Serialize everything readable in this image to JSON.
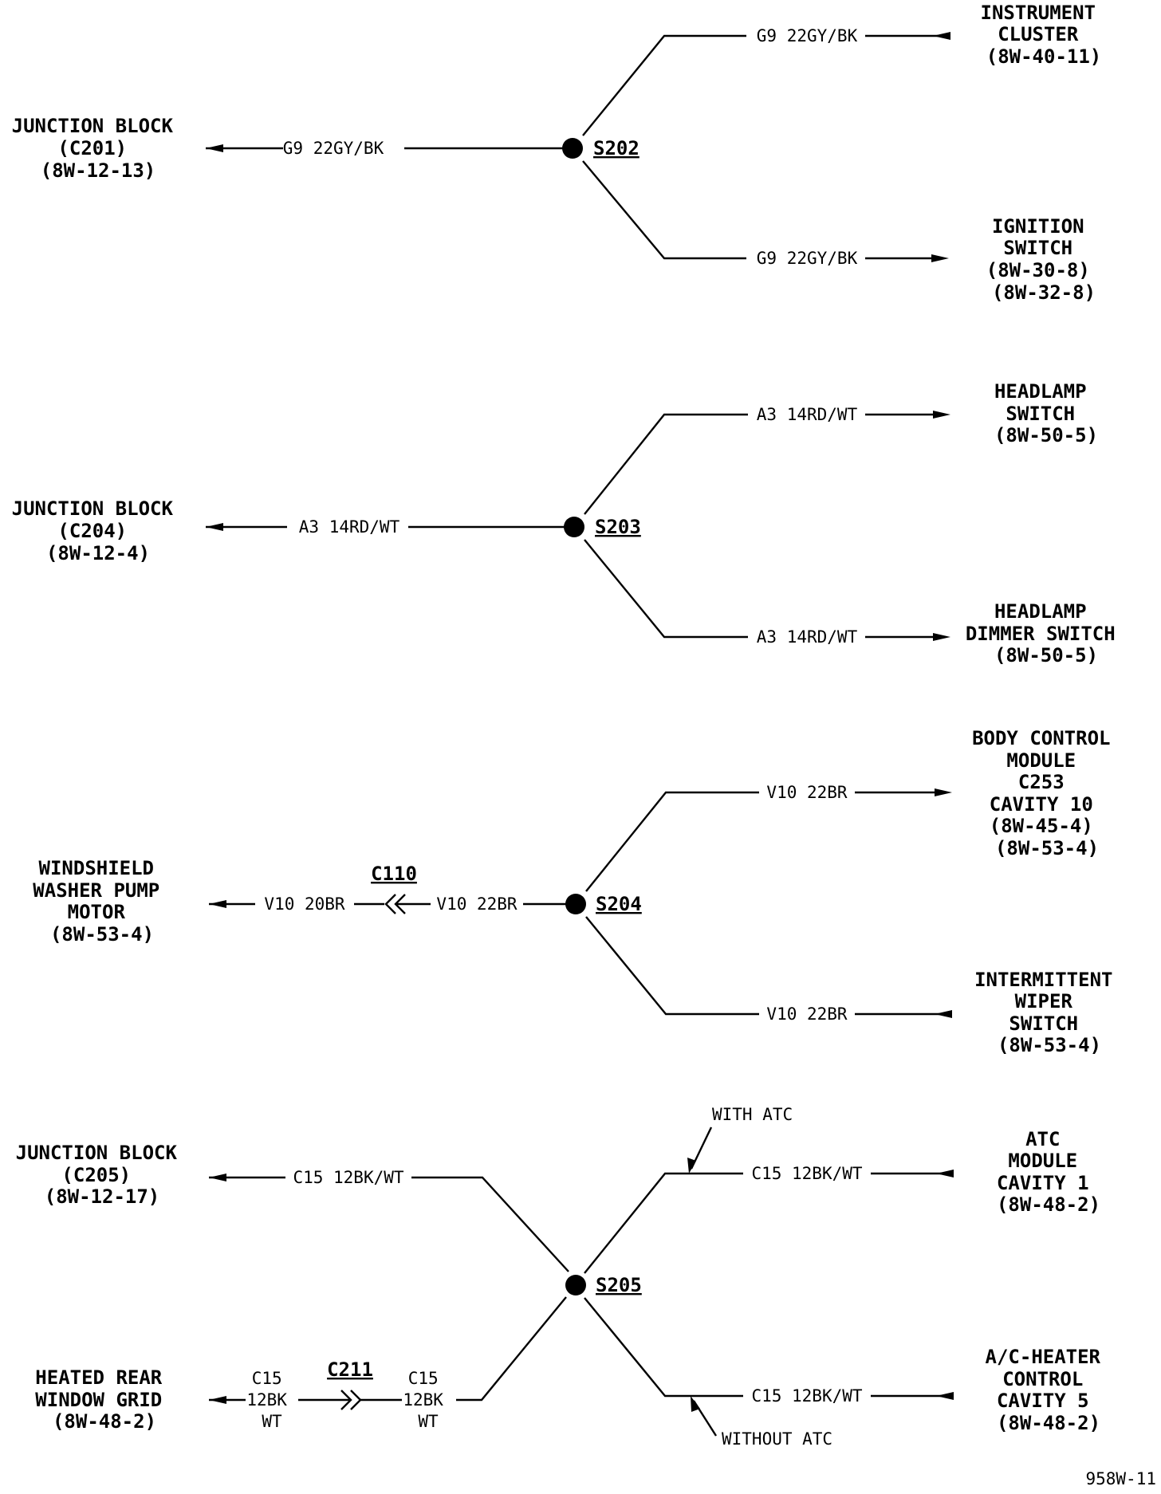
{
  "splices": [
    {
      "name": "S202",
      "left": {
        "lines": [
          "JUNCTION BLOCK",
          "(C201)",
          "(8W-12-13)"
        ],
        "wire": "G9 22GY/BK"
      },
      "top": {
        "lines": [
          "INSTRUMENT",
          "CLUSTER",
          "(8W-40-11)"
        ],
        "wire": "G9 22GY/BK"
      },
      "bottom": {
        "lines": [
          "IGNITION",
          "SWITCH",
          "(8W-30-8)",
          "(8W-32-8)"
        ],
        "wire": "G9 22GY/BK"
      }
    },
    {
      "name": "S203",
      "left": {
        "lines": [
          "JUNCTION BLOCK",
          "(C204)",
          "(8W-12-4)"
        ],
        "wire": "A3 14RD/WT"
      },
      "top": {
        "lines": [
          "HEADLAMP",
          "SWITCH",
          "(8W-50-5)"
        ],
        "wire": "A3 14RD/WT"
      },
      "bottom": {
        "lines": [
          "HEADLAMP",
          "DIMMER SWITCH",
          "(8W-50-5)"
        ],
        "wire": "A3 14RD/WT"
      }
    },
    {
      "name": "S204",
      "left": {
        "lines": [
          "WINDSHIELD",
          "WASHER PUMP",
          "MOTOR",
          "(8W-53-4)"
        ],
        "wire_far": "V10 20BR",
        "connector": "C110",
        "wire_near": "V10 22BR"
      },
      "top": {
        "lines": [
          "BODY CONTROL",
          "MODULE",
          "C253",
          "CAVITY 10",
          "(8W-45-4)",
          "(8W-53-4)"
        ],
        "wire": "V10 22BR"
      },
      "bottom": {
        "lines": [
          "INTERMITTENT",
          "WIPER",
          "SWITCH",
          "(8W-53-4)"
        ],
        "wire": "V10 22BR"
      }
    },
    {
      "name": "S205",
      "left_top": {
        "lines": [
          "JUNCTION BLOCK",
          "(C205)",
          "(8W-12-17)"
        ],
        "wire": "C15 12BK/WT"
      },
      "left_bottom": {
        "lines": [
          "HEATED REAR",
          "WINDOW GRID",
          "(8W-48-2)"
        ],
        "wire_far": [
          "C15",
          "12BK",
          "WT"
        ],
        "connector": "C211",
        "wire_near": [
          "C15",
          "12BK",
          "WT"
        ]
      },
      "top": {
        "lines": [
          "ATC",
          "MODULE",
          "CAVITY 1",
          "(8W-48-2)"
        ],
        "wire": "C15 12BK/WT",
        "note": "WITH ATC"
      },
      "bottom": {
        "lines": [
          "A/C-HEATER",
          "CONTROL",
          "CAVITY 5",
          "(8W-48-2)"
        ],
        "wire": "C15 12BK/WT",
        "note": "WITHOUT ATC"
      }
    }
  ],
  "figure_id": "958W-11"
}
